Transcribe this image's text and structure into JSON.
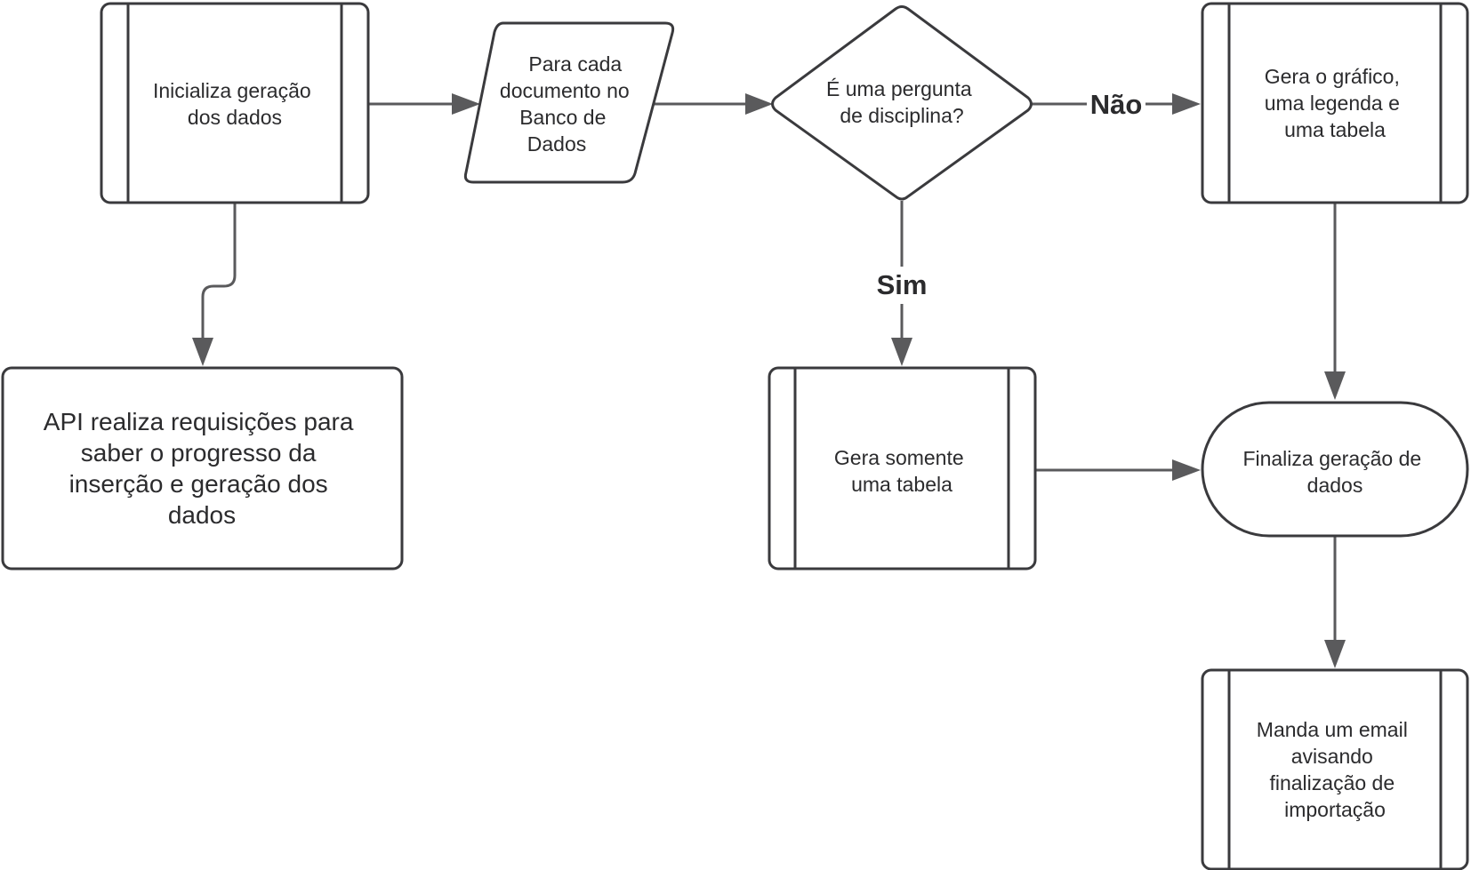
{
  "nodes": {
    "start": {
      "lines": [
        "Inicializa geração",
        "dos dados"
      ]
    },
    "loop": {
      "lines": [
        "Para cada",
        "documento no",
        "Banco de",
        "Dados"
      ]
    },
    "decision": {
      "lines": [
        "É uma pergunta",
        "de disciplina?"
      ]
    },
    "chart": {
      "lines": [
        "Gera o gráfico,",
        "uma legenda e",
        "uma tabela"
      ]
    },
    "api": {
      "lines": [
        "API realiza requisições para",
        "saber o progresso da",
        "inserção e geração dos",
        "dados"
      ]
    },
    "table_only": {
      "lines": [
        "Gera somente",
        "uma tabela"
      ]
    },
    "finish": {
      "lines": [
        "Finaliza geração de",
        "dados"
      ]
    },
    "email": {
      "lines": [
        "Manda um email",
        "avisando",
        "finalização de",
        "importação"
      ]
    }
  },
  "edges": {
    "no_label": "Não",
    "yes_label": "Sim"
  },
  "colors": {
    "stroke": "#3a3a3d",
    "edge": "#5a5a5c",
    "text": "#2b2b2d",
    "background": "#ffffff"
  }
}
